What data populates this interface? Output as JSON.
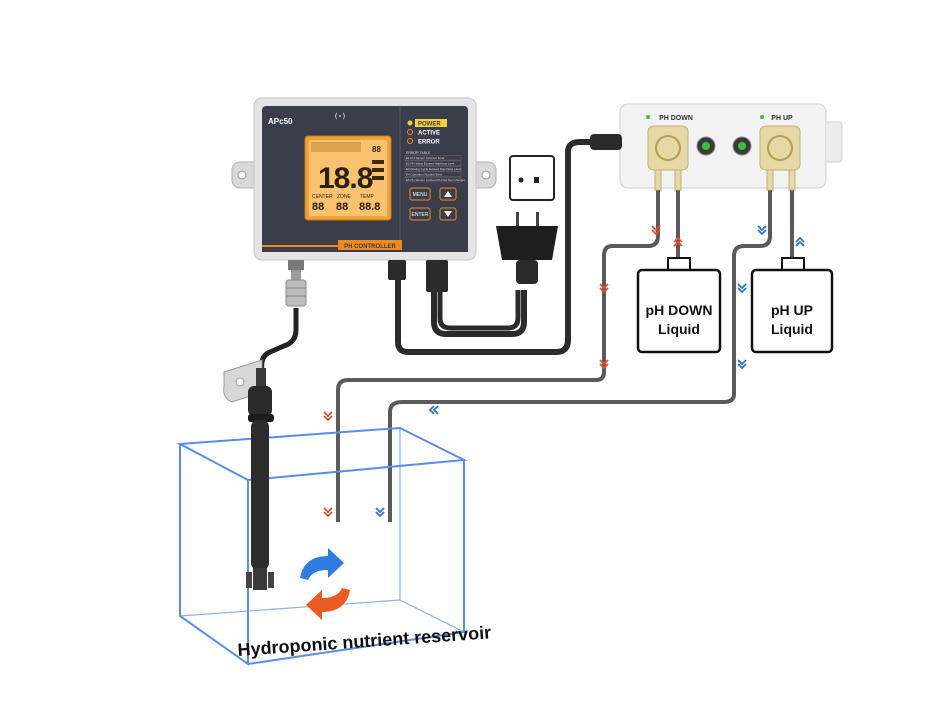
{
  "controller": {
    "model": "APc50",
    "status": [
      "POWER",
      "ACTIVE",
      "ERROR"
    ],
    "lcd_reading": "18.8",
    "lcd_small": "88",
    "lcd_labels": [
      "CENTER",
      "ZONE",
      "TEMP"
    ],
    "lcd_digits": [
      "88",
      "88",
      "88.8"
    ],
    "error_table_title": "ERROR TABLE",
    "error_table_rows": [
      "E1 PH Sensor Connect Error",
      "E2 PH Value Exceed High/Low Limit",
      "E3 Dosing Cycle Exceed Max Dose Limit",
      "E4 Operation Routine Error",
      "E5 PH Sensor Locked (PH Out Not Change)"
    ],
    "buttons": [
      "MENU",
      "ENTER"
    ],
    "footer_label": "PH CONTROLLER"
  },
  "pump": {
    "left_label": "PH DOWN",
    "right_label": "PH UP"
  },
  "bottles": {
    "down_line1": "pH DOWN",
    "down_line2": "Liquid",
    "up_line1": "pH UP",
    "up_line2": "Liquid"
  },
  "reservoir_label": "Hydroponic nutrient reservoir",
  "colors": {
    "controller_body": "#3a3d4a",
    "accent_orange": "#f08a1c",
    "pump_body": "#f2f2f2",
    "peristaltic_head": "#e6d9a6",
    "tube": "#555555",
    "arrow_red": "#e8502a",
    "arrow_blue": "#2a74d8",
    "tank_outline": "#5b8de8",
    "cycle_blue": "#2f7de1",
    "cycle_orange": "#ee5a24"
  }
}
